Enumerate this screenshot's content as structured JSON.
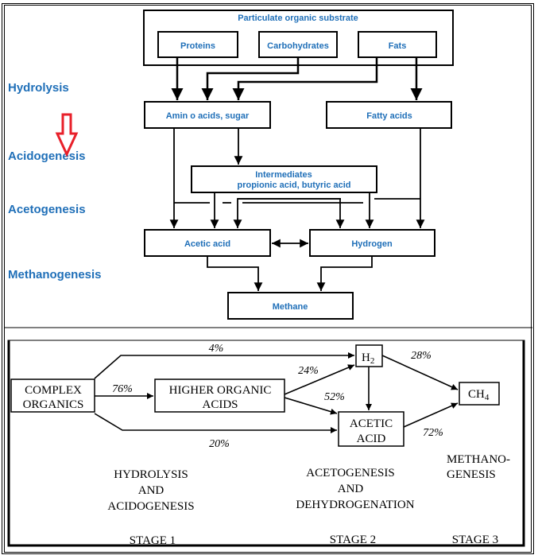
{
  "colors": {
    "stage_label": "#1f6fb8",
    "box_text": "#1f6fb8",
    "line": "#000000",
    "marker_arrow": "#e8202a"
  },
  "top_diagram": {
    "stage_labels": {
      "hydrolysis": "Hydrolysis",
      "acidogenesis": "Acidogenesis",
      "acetogenesis": "Acetogenesis",
      "methanogenesis": "Methanogenesis"
    },
    "marker_icon": "red-down-arrow-icon",
    "substrate_title": "Particulate organic substrate",
    "boxes": {
      "proteins": "Proteins",
      "carbohydrates": "Carbohydrates",
      "fats": "Fats",
      "amino_acids": "Amin o acids, sugar",
      "fatty_acids": "Fatty acids",
      "intermediates_line1": "Intermediates",
      "intermediates_line2": "propionic acid, butyric acid",
      "acetic_acid": "Acetic acid",
      "hydrogen": "Hydrogen",
      "methane": "Methane"
    }
  },
  "bottom_diagram": {
    "nodes": {
      "complex_line1": "COMPLEX",
      "complex_line2": "ORGANICS",
      "higher_line1": "HIGHER ORGANIC",
      "higher_line2": "ACIDS",
      "h2_main": "H",
      "h2_sub": "2",
      "acetic_line1": "ACETIC",
      "acetic_line2": "ACID",
      "ch4_main": "CH",
      "ch4_sub": "4"
    },
    "flows": {
      "complex_to_h2": "4%",
      "complex_to_higher": "76%",
      "complex_to_acetic": "20%",
      "higher_to_h2": "24%",
      "higher_to_acetic": "52%",
      "h2_to_ch4": "28%",
      "acetic_to_ch4": "72%"
    },
    "phases": {
      "phase1_line1": "HYDROLYSIS",
      "phase1_line2": "AND",
      "phase1_line3": "ACIDOGENESIS",
      "phase2_line1": "ACETOGENESIS",
      "phase2_line2": "AND",
      "phase2_line3": "DEHYDROGENATION",
      "phase3_line1": "METHANO-",
      "phase3_line2": "GENESIS"
    },
    "stages": {
      "stage1": "STAGE 1",
      "stage2": "STAGE 2",
      "stage3": "STAGE 3"
    }
  }
}
